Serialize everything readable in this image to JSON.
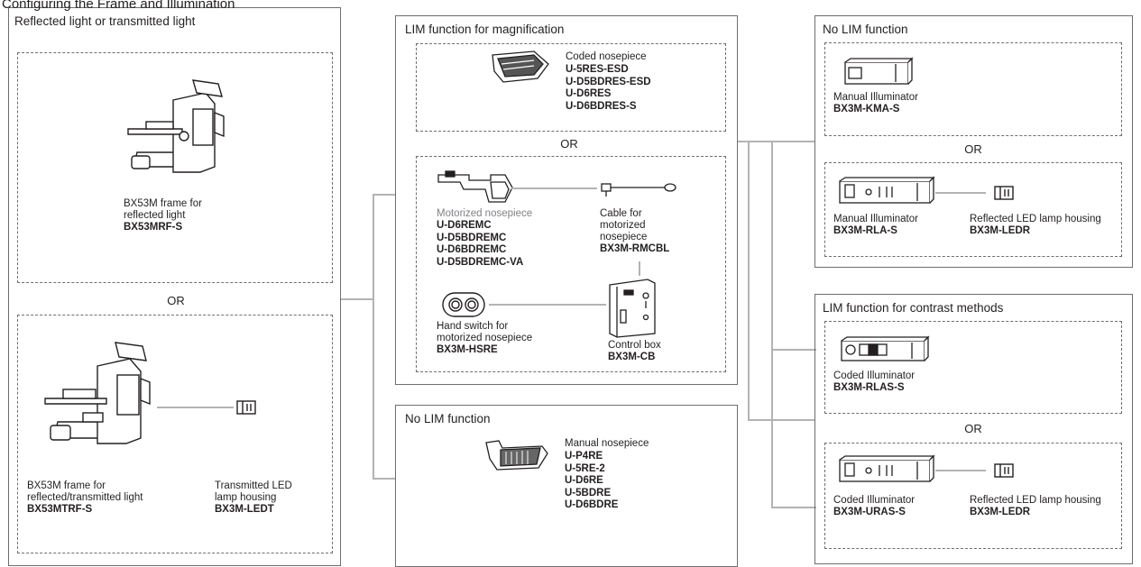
{
  "top_title": "Configuring the Frame and Illumination",
  "left_group": {
    "title": "Reflected light or transmitted light",
    "frame_reflected": {
      "desc": "BX53M frame for reflected light",
      "desc_l1": "BX53M frame for",
      "desc_l2": "reflected light",
      "code": "BX53MRF-S"
    },
    "or": "OR",
    "frame_transmitted": {
      "desc_l1": "BX53M frame for",
      "desc_l2": "reflected/transmitted light",
      "code": "BX53MTRF-S"
    },
    "led_transmitted": {
      "desc_l1": "Transmitted LED",
      "desc_l2": "lamp housing",
      "code": "BX3M-LEDT"
    }
  },
  "mid_group": {
    "title": "LIM function for magnification",
    "coded_nosepiece": {
      "desc": "Coded nosepiece",
      "codes": [
        "U-5RES-ESD",
        "U-D5BDRES-ESD",
        "U-D6RES",
        "U-D6BDRES-S"
      ]
    },
    "or": "OR",
    "motorized_nosepiece": {
      "desc": "Motorized nosepiece",
      "codes": [
        "U-D6REMC",
        "U-D5BDREMC",
        "U-D6BDREMC",
        "U-D5BDREMC-VA"
      ]
    },
    "cable": {
      "desc_l1": "Cable for",
      "desc_l2": "motorized",
      "desc_l3": "nosepiece",
      "code": "BX3M-RMCBL"
    },
    "hand_switch": {
      "desc_l1": "Hand switch for",
      "desc_l2": "motorized nosepiece",
      "code": "BX3M-HSRE"
    },
    "control_box": {
      "desc": "Control box",
      "code": "BX3M-CB"
    }
  },
  "mid_no_lim": {
    "title": "No LIM function",
    "manual_nosepiece": {
      "desc": "Manual nosepiece",
      "codes": [
        "U-P4RE",
        "U-5RE-2",
        "U-D6RE",
        "U-5BDRE",
        "U-D6BDRE"
      ]
    }
  },
  "right_no_lim": {
    "title": "No LIM function",
    "kma": {
      "desc": "Manual Illuminator",
      "code": "BX3M-KMA-S"
    },
    "or": "OR",
    "rla": {
      "desc": "Manual Illuminator",
      "code": "BX3M-RLA-S"
    },
    "ledr": {
      "desc": "Reflected LED lamp housing",
      "code": "BX3M-LEDR"
    }
  },
  "right_lim_contrast": {
    "title": "LIM function for contrast methods",
    "rlas": {
      "desc": "Coded Illuminator",
      "code": "BX3M-RLAS-S"
    },
    "or": "OR",
    "uras": {
      "desc": "Coded Illuminator",
      "code": "BX3M-URAS-S"
    },
    "ledr": {
      "desc": "Reflected LED lamp housing",
      "code": "BX3M-LEDR"
    }
  },
  "colors": {
    "border": "#6d6e71",
    "connector": "#b3b3b3",
    "text": "#231f20",
    "gray_text": "#808285"
  },
  "icons": [
    "microscope-frame-icon",
    "led-lamp-housing-icon",
    "coded-nosepiece-icon",
    "motorized-nosepiece-icon",
    "cable-icon",
    "hand-switch-icon",
    "control-box-icon",
    "manual-nosepiece-icon",
    "illuminator-icon"
  ]
}
